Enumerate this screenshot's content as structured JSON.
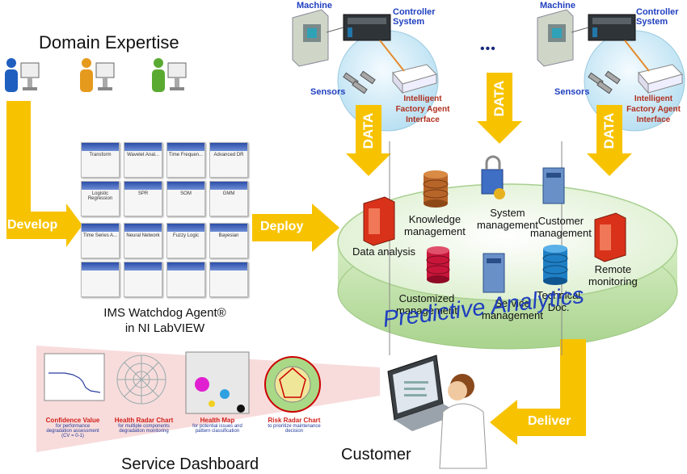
{
  "domain_expertise": "Domain Expertise",
  "arrows": {
    "develop": "Develop",
    "deploy": "Deploy",
    "deliver": "Deliver",
    "data": "DATA"
  },
  "watchdog": {
    "line1": "IMS Watchdog Agent®",
    "line2": "in NI LabVIEW",
    "tools": [
      "Transform",
      "Wavelet Anal...",
      "Time Frequen...",
      "Advanced DR",
      "Logistic Regression",
      "SPR",
      "SOM",
      "GMM",
      "Time Series A...",
      "Neural Network",
      "Fuzzy Logic",
      "Bayesian",
      "",
      "",
      "",
      ""
    ]
  },
  "factory_left": {
    "machine": "Machine",
    "controller_1": "Controller",
    "controller_2": "System",
    "sensors": "Sensors",
    "ifa_1": "Intelligent",
    "ifa_2": "Factory Agent",
    "ifa_3": "Interface"
  },
  "factory_right": {
    "machine": "Machine",
    "controller_1": "Controller",
    "controller_2": "System",
    "sensors": "Sensors",
    "ifa_1": "Intelligent",
    "ifa_2": "Factory Agent",
    "ifa_3": "Interface"
  },
  "ellipsis": "•••",
  "platform": {
    "title": "Predictive Analytics",
    "items": {
      "data_analysis": "Data analysis",
      "knowledge_1": "Knowledge",
      "knowledge_2": "management",
      "system_1": "System",
      "system_2": "management",
      "customer_1": "Customer",
      "customer_2": "management",
      "remote_1": "Remote",
      "remote_2": "monitoring",
      "customized_1": "Customized",
      "customized_2": "management",
      "service_1": "Service",
      "service_2": "management",
      "technical_1": "Technical",
      "technical_2": "Doc."
    }
  },
  "dashboard": {
    "title": "Service Dashboard",
    "panels": [
      {
        "title": "Confidence Value",
        "desc_1": "for performance",
        "desc_2": "degradation assessment",
        "desc_3": "(CV = 0-1)"
      },
      {
        "title": "Health Radar Chart",
        "desc_1": "for multiple components",
        "desc_2": "degradation monitoring",
        "desc_3": ""
      },
      {
        "title": "Health Map",
        "desc_1": "for potential issues and",
        "desc_2": "pattern classification",
        "desc_3": ""
      },
      {
        "title": "Risk Radar Chart",
        "desc_1": "to prioritize maintenance",
        "desc_2": "decision",
        "desc_3": ""
      }
    ]
  },
  "customer": "Customer",
  "colors": {
    "arrow": "#f7c300",
    "platform_top": "#e7f5da",
    "platform_side": "#bfe0a8",
    "title_blue": "#1f3fbf"
  }
}
